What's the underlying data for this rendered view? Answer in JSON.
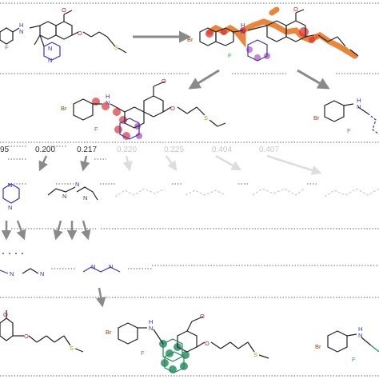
{
  "scores": [
    {
      "text": "95",
      "faded": false
    },
    {
      "text": "0.200",
      "faded": false
    },
    {
      "text": "0.217",
      "faded": false
    },
    {
      "text": "0.220",
      "faded": true
    },
    {
      "text": "0.225",
      "faded": true
    },
    {
      "text": "0.404",
      "faded": true
    },
    {
      "text": "0.407",
      "faded": true
    }
  ],
  "atom_labels": {
    "n": "N",
    "h": "H",
    "o": "O",
    "br": "Br",
    "f": "F",
    "s": "S"
  },
  "colors": {
    "bond": "#222222",
    "nitrogen": "#3333cc",
    "oxygen": "#cc2222",
    "fluorine": "#33aa33",
    "sulfur": "#b39b00",
    "bromine": "#8b4513",
    "highlight_orange": "#e8701a",
    "highlight_red": "#e03434",
    "highlight_purple": "#b553b5",
    "highlight_green": "#1d8a5c",
    "arrow": "#8a8a8a",
    "faded_arrow": "#dddddd",
    "separator": "#666666"
  }
}
